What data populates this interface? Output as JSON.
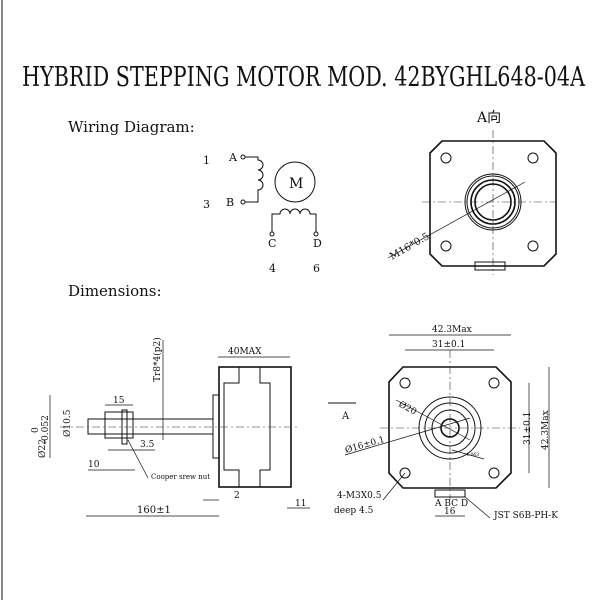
{
  "title": "HYBRID STEPPING MOTOR MOD. 42BYGHL648-04A",
  "wiring": {
    "heading": "Wiring Diagram:",
    "motor_label": "M",
    "pins": [
      {
        "num": "1",
        "letter": "A"
      },
      {
        "num": "3",
        "letter": "B"
      },
      {
        "num": "4",
        "letter": "C"
      },
      {
        "num": "6",
        "letter": "D"
      }
    ]
  },
  "view_a": {
    "label": "A向",
    "thread": "M16*0.5"
  },
  "dimensions": {
    "heading": "Dimensions:",
    "side": {
      "thread": "Tr8*4(p2)",
      "length_body": "40MAX",
      "tol_upper": "0",
      "tol_lower": "-0.052",
      "pilot_dia": "Ø22",
      "nut_dia": "Ø10.5",
      "nut_len": "15",
      "d_3_5": "3.5",
      "d_10": "10",
      "nut_label": "Cooper srew nut",
      "d_2": "2",
      "d_11": "11",
      "total": "160±1"
    },
    "section_marker": "A",
    "front": {
      "width": "42.3Max",
      "hole_spacing_h": "31±0.1",
      "hole_spacing_v": "31±0.1",
      "height": "42.3Max",
      "dia20": "Ø20",
      "dia16": "Ø16±0.1",
      "small_holes": "4-M3",
      "mount_holes": "4-M3X0.5",
      "depth": "deep 4.5",
      "pins": "A BC D",
      "connector_width": "16",
      "connector": "JST S6B-PH-K"
    }
  }
}
